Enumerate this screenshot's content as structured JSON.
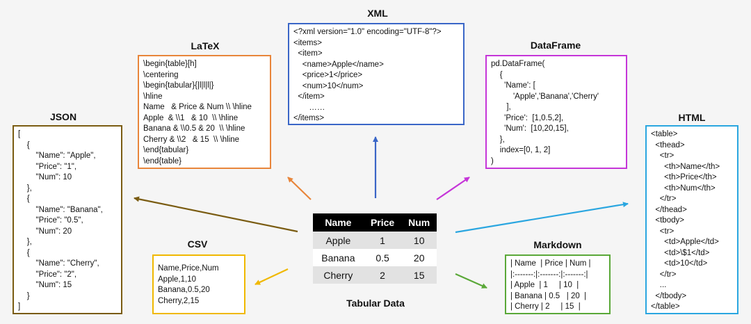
{
  "colors": {
    "json": "#7a5c12",
    "latex": "#e8853a",
    "xml": "#3a66c7",
    "dataframe": "#c535d8",
    "html": "#2aa6e0",
    "csv": "#f0b800",
    "markdown": "#5aa838"
  },
  "titles": {
    "json": "JSON",
    "latex": "LaTeX",
    "xml": "XML",
    "dataframe": "DataFrame",
    "html": "HTML",
    "csv": "CSV",
    "markdown": "Markdown",
    "tabular": "Tabular Data"
  },
  "table": {
    "headers": [
      "Name",
      "Price",
      "Num"
    ],
    "rows": [
      [
        "Apple",
        "1",
        "10"
      ],
      [
        "Banana",
        "0.5",
        "20"
      ],
      [
        "Cherry",
        "2",
        "15"
      ]
    ]
  },
  "code": {
    "json": [
      "[",
      "    {",
      "        \"Name\": \"Apple\",",
      "        \"Price\": \"1\",",
      "        \"Num\": 10",
      "    },",
      "    {",
      "        \"Name\": \"Banana\",",
      "        \"Price\": \"0.5\",",
      "        \"Num\": 20",
      "    },",
      "    {",
      "        \"Name\": \"Cherry\",",
      "        \"Price\": \"2\",",
      "        \"Num\": 15",
      "    }",
      "]"
    ],
    "latex": [
      "\\begin{table}[h]",
      "\\centering",
      "\\begin{tabular}{|l|l|l|}",
      "\\hline",
      "Name   & Price & Num \\\\ \\hline",
      "Apple  & \\\\1   & 10  \\\\ \\hline",
      "Banana & \\\\0.5 & 20  \\\\ \\hline",
      "Cherry & \\\\2   & 15  \\\\ \\hline",
      "\\end{tabular}",
      "\\end{table}"
    ],
    "xml": [
      "<?xml version=\"1.0\" encoding=\"UTF-8\"?>",
      "<items>",
      "  <item>",
      "    <name>Apple</name>",
      "    <price>1</price>",
      "    <num>10</num>",
      "  </item>",
      "       ……",
      "</items>"
    ],
    "dataframe": [
      "pd.DataFrame(",
      "    {",
      "      'Name': [",
      "          'Apple','Banana','Cherry'",
      "       ],",
      "      'Price':  [1,0.5,2],",
      "      'Num':  [10,20,15],",
      "    },",
      "    index=[0, 1, 2]",
      ")"
    ],
    "html": [
      "<table>",
      "  <thead>",
      "    <tr>",
      "      <th>Name</th>",
      "      <th>Price</th>",
      "      <th>Num</th>",
      "    </tr>",
      "  </thead>",
      "  <tbody>",
      "    <tr>",
      "      <td>Apple</td>",
      "      <td>\\$1</td>",
      "      <td>10</td>",
      "    </tr>",
      "    ...",
      "  </tbody>",
      "</table>"
    ],
    "csv": [
      "Name,Price,Num",
      "Apple,1,10",
      "Banana,0.5,20",
      "Cherry,2,15"
    ],
    "markdown": [
      "| Name  | Price | Num |",
      "|:-------:|:-------:|:-------:|",
      "| Apple  | 1     | 10  |",
      "| Banana | 0.5   | 20  |",
      "| Cherry | 2     | 15  |"
    ]
  }
}
